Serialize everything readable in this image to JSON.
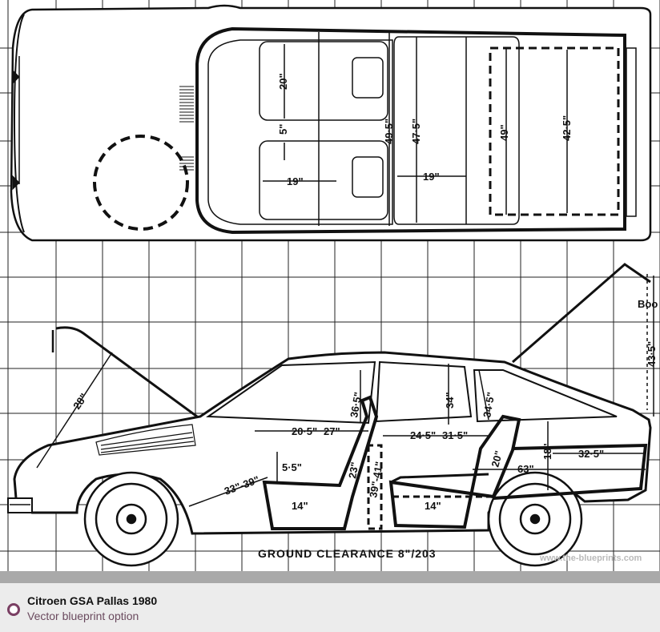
{
  "blueprint": {
    "top_view_labels": {
      "seat_width_front": "20\"",
      "seat_gap": "5\"",
      "front_seat_width": "19\"",
      "rear_seat_width": "19\"",
      "interior_width_front": "49·5\"",
      "interior_width_rear": "47·5\"",
      "boot_width": "49\"",
      "boot_length": "42·5\""
    },
    "side_view_labels": {
      "bonnet": "28\"",
      "seat_height_front": "36·5\"",
      "headroom_rear": "34\"",
      "headroom_hatch": "34·5\"",
      "boot_height": "43·5\"",
      "boot_label": "Boo",
      "front_legroom": "20·5\"",
      "front_knee": "27\"",
      "rear_legroom_a": "24·5\"",
      "rear_legroom_b": "31·5\"",
      "floor_step": "5·5\"",
      "pedal_reach": "33\"-39\"",
      "seat_height_23": "23\"",
      "seat_range": "39\"-41\"",
      "seat_cushion_front": "14\"",
      "seat_cushion_rear": "14\"",
      "rear_seat_back": "20\"",
      "boot_depth": "18\"",
      "boot_floor": "32·5\"",
      "boot_total": "63\""
    },
    "ground_clearance": "GROUND CLEARANCE 8\"/203",
    "watermark": "www.the-blueprints.com"
  },
  "caption": {
    "title": "Citroen GSA Pallas 1980",
    "subtitle": "Vector blueprint option",
    "accent_color": "#7a3f63"
  }
}
